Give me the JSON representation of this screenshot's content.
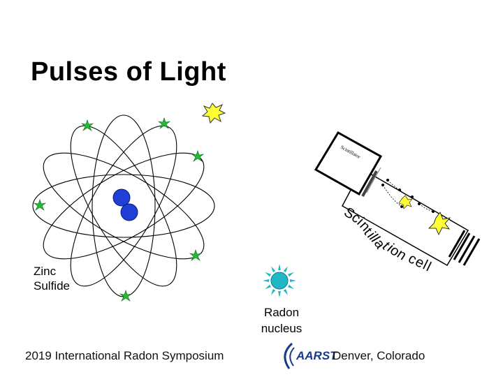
{
  "title": "Pulses of Light",
  "labels": {
    "zinc_line1": "Zinc",
    "zinc_line2": "Sulfide",
    "radon_line1": "Radon",
    "radon_line2": "nucleus",
    "cell_label": "Scintillation cell",
    "inset_label": "Scintillator"
  },
  "footer": {
    "left": "2019 International Radon Symposium",
    "logo_text": "AARST",
    "right": "Denver, Colorado"
  },
  "colors": {
    "nucleus": "#1f3fd6",
    "flash": "#ffff33",
    "zinc_star": "#22bb33",
    "radon_atom": "#22b7c7",
    "logo": "#1a3a8a"
  },
  "icons": [
    "atom-diagram",
    "flash-icon",
    "zinc-star-icon",
    "radon-atom-icon",
    "scintillation-cell-icon",
    "aarst-logo"
  ]
}
